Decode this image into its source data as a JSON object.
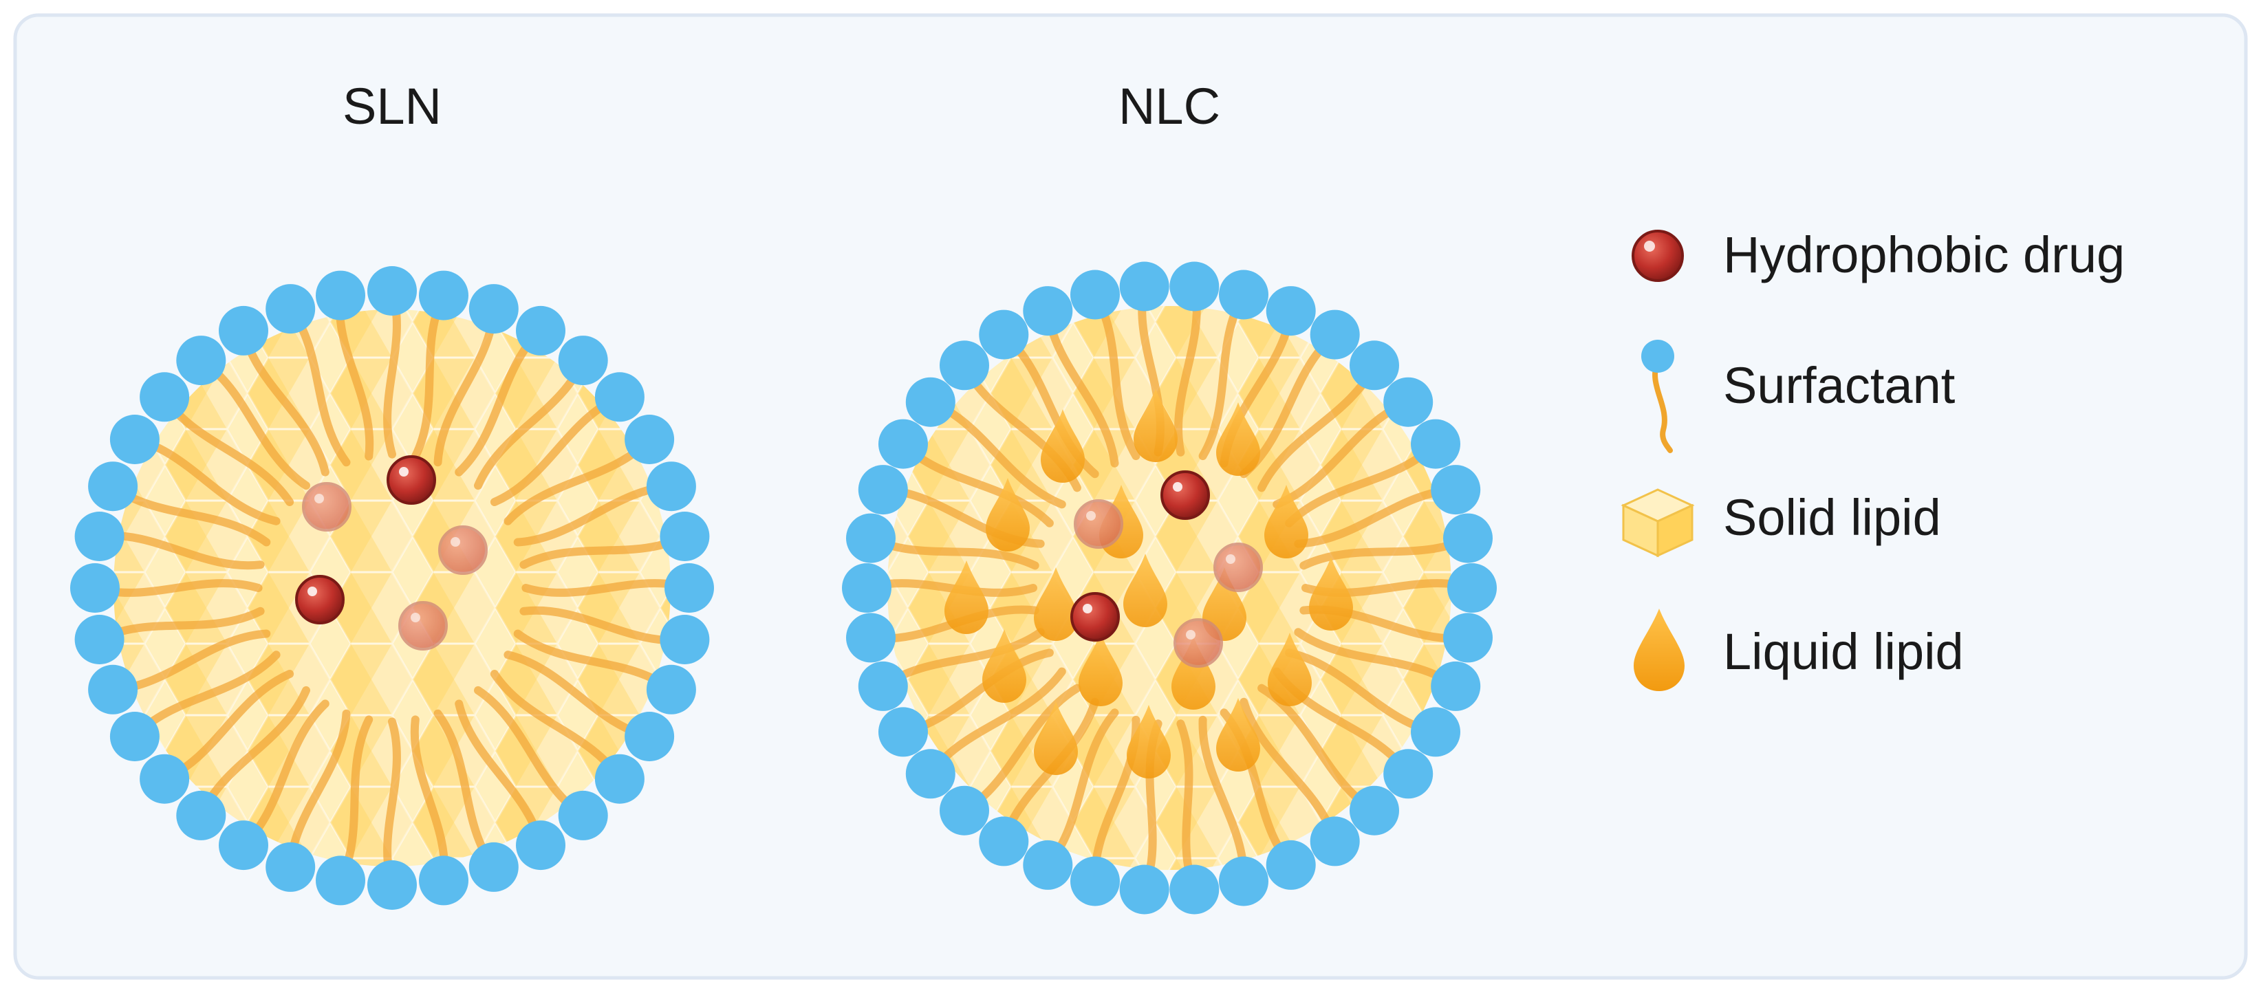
{
  "panels": {
    "sln": {
      "title": "SLN"
    },
    "nlc": {
      "title": "NLC"
    }
  },
  "legend": {
    "drug": {
      "label": "Hydrophobic drug",
      "icon": "drug-sphere-icon"
    },
    "surfactant": {
      "label": "Surfactant",
      "icon": "surfactant-icon"
    },
    "solid": {
      "label": "Solid lipid",
      "icon": "solid-lipid-cube-icon"
    },
    "liquid": {
      "label": "Liquid lipid",
      "icon": "liquid-lipid-drop-icon"
    }
  },
  "colors": {
    "background": "#f4f8fc",
    "border": "#dde6f2",
    "surfactant_head": "#5bbcef",
    "surfactant_tail": "#f0a52c",
    "solid_lipid": "#ffd85e",
    "solid_lipid_light": "#fff0c2",
    "liquid_lipid": "#f5a51d",
    "drug": "#c0302a"
  }
}
